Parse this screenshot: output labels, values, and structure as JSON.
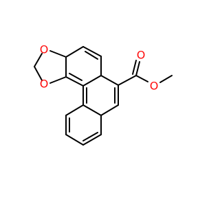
{
  "colors": {
    "bond": "#000000",
    "oxygen": "#ff0d0d",
    "background": "#ffffff"
  },
  "atoms": {
    "o_dioxole_top": "O",
    "o_dioxole_bottom": "O",
    "o_carbonyl": "O",
    "o_ester": "O"
  }
}
